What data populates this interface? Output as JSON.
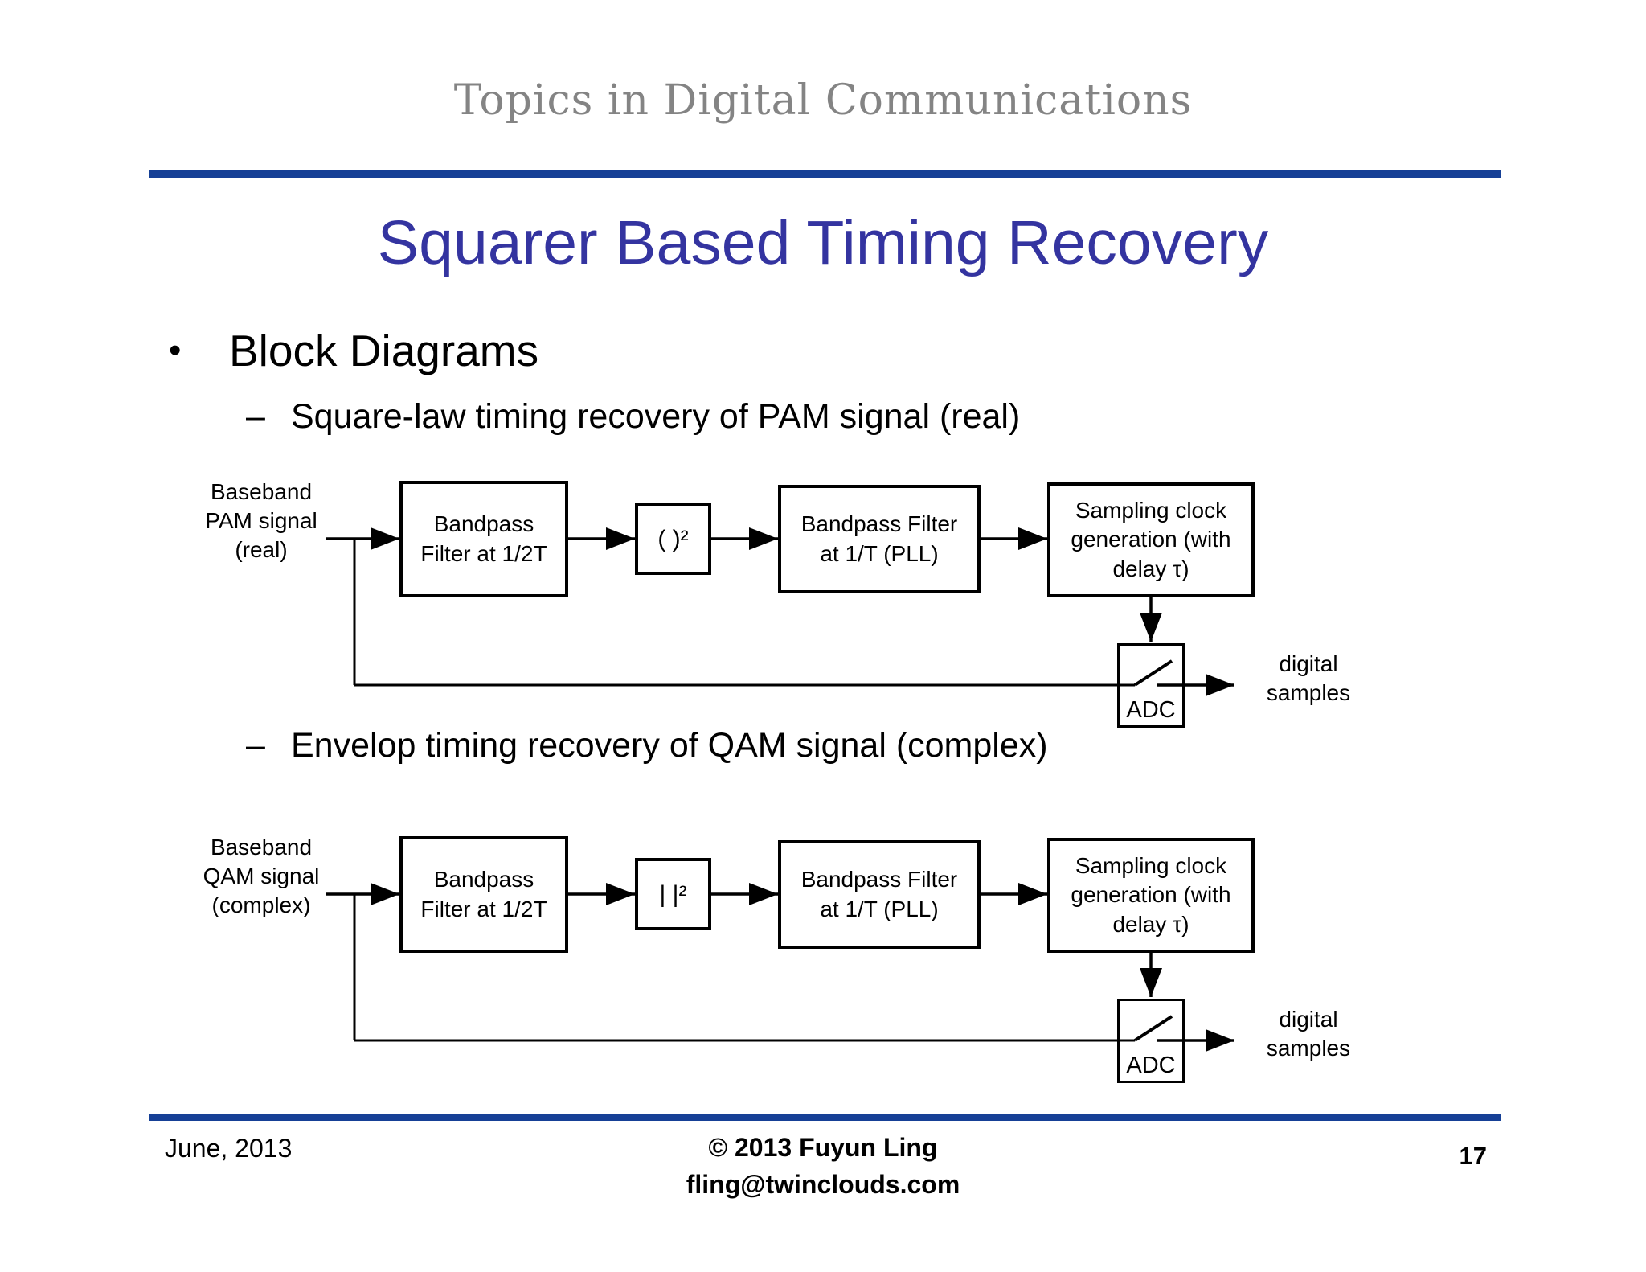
{
  "header": {
    "course_title": "Topics in Digital Communications"
  },
  "title": "Squarer Based Timing Recovery",
  "bullets": {
    "marker": "•",
    "main": "Block Diagrams",
    "dash_marker": "–",
    "sub1": "Square-law timing recovery of PAM signal (real)",
    "sub2": "Envelop timing recovery of QAM signal (complex)"
  },
  "diagram_pam": {
    "input_label": "Baseband\nPAM signal\n(real)",
    "block1": "Bandpass\nFilter at 1/2T",
    "block2": "(  )²",
    "block3": "Bandpass Filter\nat 1/T (PLL)",
    "block4": "Sampling clock\ngeneration (with\ndelay τ)",
    "adc": "ADC",
    "output_label": "digital\nsamples"
  },
  "diagram_qam": {
    "input_label": "Baseband\nQAM signal\n(complex)",
    "block1": "Bandpass\nFilter at 1/2T",
    "block2": "| |²",
    "block3": "Bandpass Filter\nat 1/T (PLL)",
    "block4": "Sampling clock\ngeneration (with\ndelay τ)",
    "adc": "ADC",
    "output_label": "digital\nsamples"
  },
  "footer": {
    "date": "June, 2013",
    "copyright": "© 2013 Fuyun Ling",
    "email": "fling@twinclouds.com",
    "page_number": "17"
  },
  "colors": {
    "rule_blue": "#164096",
    "title_blue": "#3434a0",
    "header_gray": "#848484"
  }
}
